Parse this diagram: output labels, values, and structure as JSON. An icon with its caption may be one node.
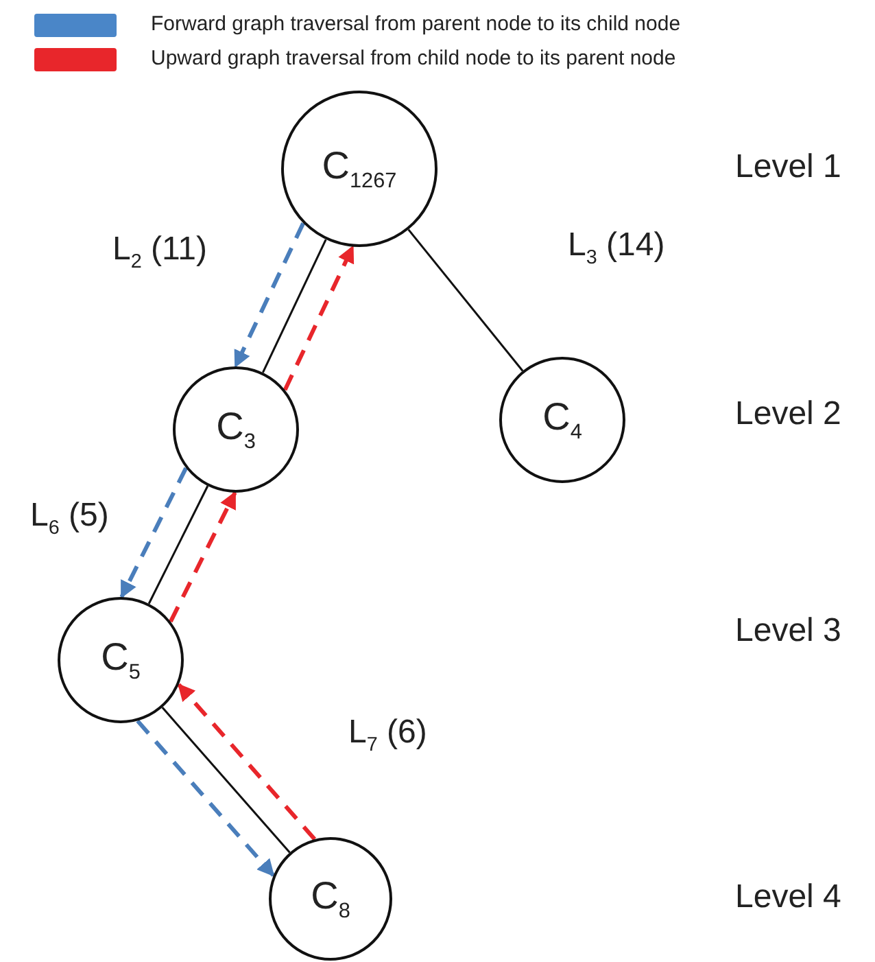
{
  "diagram": {
    "nodes": [
      {
        "text": [
          "C$_{1267}$"
        ]
      },
      {
        "text": [
          "C$_{3}$"
        ]
      },
      {
        "text": [
          "C$_{4}$"
        ]
      },
      {
        "text": [
          "C$_{5}$"
        ]
      },
      {
        "text": [
          "C$_{8}$"
        ]
      }
    ],
    "edges": [
      {
        "from": 0,
        "to": 1,
        "arrow": "none"
      },
      {
        "from": 0,
        "to": 2,
        "arrow": "none",
        "label": "L$_{3}$ (14)"
      },
      {
        "from": 1,
        "to": 3,
        "arrow": "none"
      },
      {
        "from": 3,
        "to": 4,
        "arrow": "none"
      },
      {
        "from": 0,
        "to": 1,
        "arrow": "to",
        "style": "dashed",
        "color": "#4a7ebb",
        "label": "L$_{2}$ (11)"
      },
      {
        "from": 1,
        "to": 0,
        "arrow": "to",
        "style": "dashed",
        "color": "#e8262b"
      },
      {
        "from": 1,
        "to": 3,
        "arrow": "to",
        "style": "dashed",
        "color": "#4a7ebb",
        "label": "L$_{6}$ (5)"
      },
      {
        "from": 3,
        "to": 1,
        "arrow": "to",
        "style": "dashed",
        "color": "#e8262b"
      },
      {
        "from": 3,
        "to": 4,
        "arrow": "to",
        "style": "dashed",
        "color": "#4a7ebb"
      },
      {
        "from": 4,
        "to": 3,
        "arrow": "to",
        "style": "dashed",
        "color": "#e8262b",
        "label": "L$_{7}$ (6)"
      }
    ],
    "labels": [
      "Level 1",
      "Level 2",
      "Level 3",
      "Level 4"
    ],
    "legend": [
      {
        "text": "Forward graph traversal from parent node to its child node",
        "color": "#4a86c8"
      },
      {
        "text": "Upward graph traversal from child node to its parent node",
        "color": "#e8262b"
      }
    ]
  }
}
